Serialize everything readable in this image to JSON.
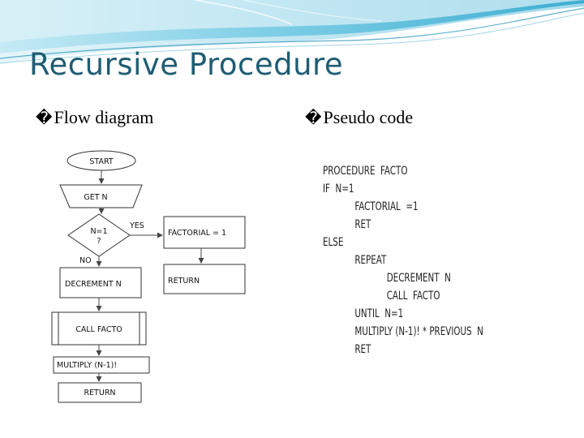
{
  "slide": {
    "title": "Recursive Procedure",
    "bullet_glyph": "�",
    "left_heading": "Flow diagram",
    "right_heading": "Pseudo code"
  },
  "flowchart": {
    "start": "START",
    "get_n": "GET  N",
    "decision_line1": "N=1",
    "decision_line2": "?",
    "yes": "YES",
    "no": "NO",
    "factorial": "FACTORIAL = 1",
    "return_right": "RETURN",
    "decrement": "DECREMENT   N",
    "call": "CALL  FACTO",
    "multiply": "MULTIPLY (N-1)!",
    "return_bottom": "RETURN"
  },
  "pseudo_code": [
    {
      "indent": 0,
      "text": "PROCEDURE  FACTO"
    },
    {
      "indent": 0,
      "text": "IF  N=1"
    },
    {
      "indent": 1,
      "text": "FACTORIAL  =1"
    },
    {
      "indent": 1,
      "text": "RET"
    },
    {
      "indent": 0,
      "text": "ELSE"
    },
    {
      "indent": 1,
      "text": "REPEAT"
    },
    {
      "indent": 2,
      "text": "DECREMENT  N"
    },
    {
      "indent": 2,
      "text": "CALL  FACTO"
    },
    {
      "indent": 1,
      "text": "UNTIL  N=1"
    },
    {
      "indent": 1,
      "text": "MULTIPLY (N-1)! * PREVIOUS  N"
    },
    {
      "indent": 1,
      "text": "RET"
    }
  ],
  "colors": {
    "title": "#1f5d73",
    "wave_dark": "#2aa7c9",
    "wave_light": "#bfe6f2"
  }
}
